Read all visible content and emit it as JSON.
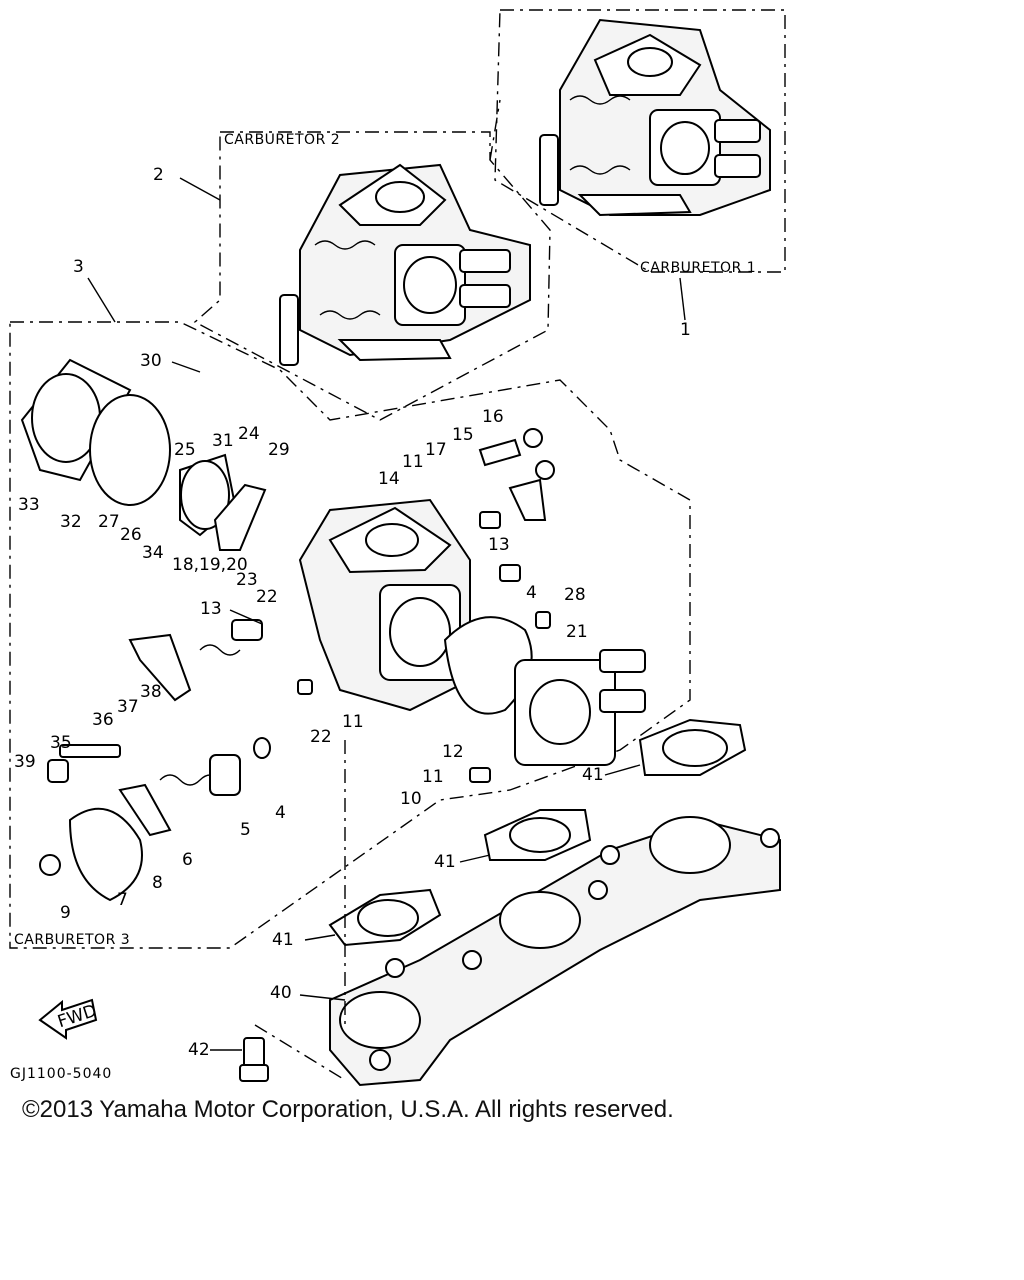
{
  "diagram": {
    "groups": {
      "carb1": "CARBURETOR 1",
      "carb2": "CARBURETOR 2",
      "carb3": "CARBURETOR 3"
    },
    "code": "GJ1100-5040",
    "fwd": "FWD",
    "labels": {
      "l1": "1",
      "l2": "2",
      "l3": "3",
      "l4a": "4",
      "l4b": "4",
      "l5": "5",
      "l6": "6",
      "l7": "7",
      "l8": "8",
      "l9": "9",
      "l10": "10",
      "l11a": "11",
      "l11b": "11",
      "l11c": "11",
      "l12": "12",
      "l13a": "13",
      "l13b": "13",
      "l14": "14",
      "l15": "15",
      "l16": "16",
      "l17": "17",
      "l18": "18,19,20",
      "l21": "21",
      "l22a": "22",
      "l22b": "22",
      "l23": "23",
      "l24": "24",
      "l25": "25",
      "l26": "26",
      "l27": "27",
      "l28": "28",
      "l29": "29",
      "l30": "30",
      "l31": "31",
      "l32": "32",
      "l33": "33",
      "l34": "34",
      "l35": "35",
      "l36": "36",
      "l37": "37",
      "l38": "38",
      "l39": "39",
      "l40": "40",
      "l41a": "41",
      "l41b": "41",
      "l41c": "41",
      "l42": "42"
    }
  },
  "footer": {
    "copyright": "©2013 Yamaha Motor Corporation, U.S.A. All rights reserved."
  }
}
